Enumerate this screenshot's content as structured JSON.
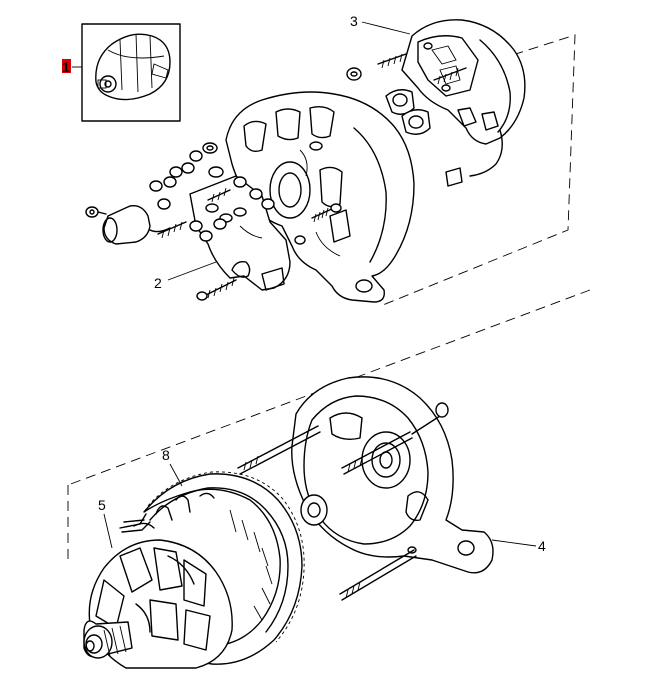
{
  "callouts": {
    "c1": "1",
    "c2": "2",
    "c3": "3",
    "c4": "4",
    "c5": "5",
    "c8": "8"
  },
  "highlight_color": "#d80000",
  "line_color": "#000000"
}
